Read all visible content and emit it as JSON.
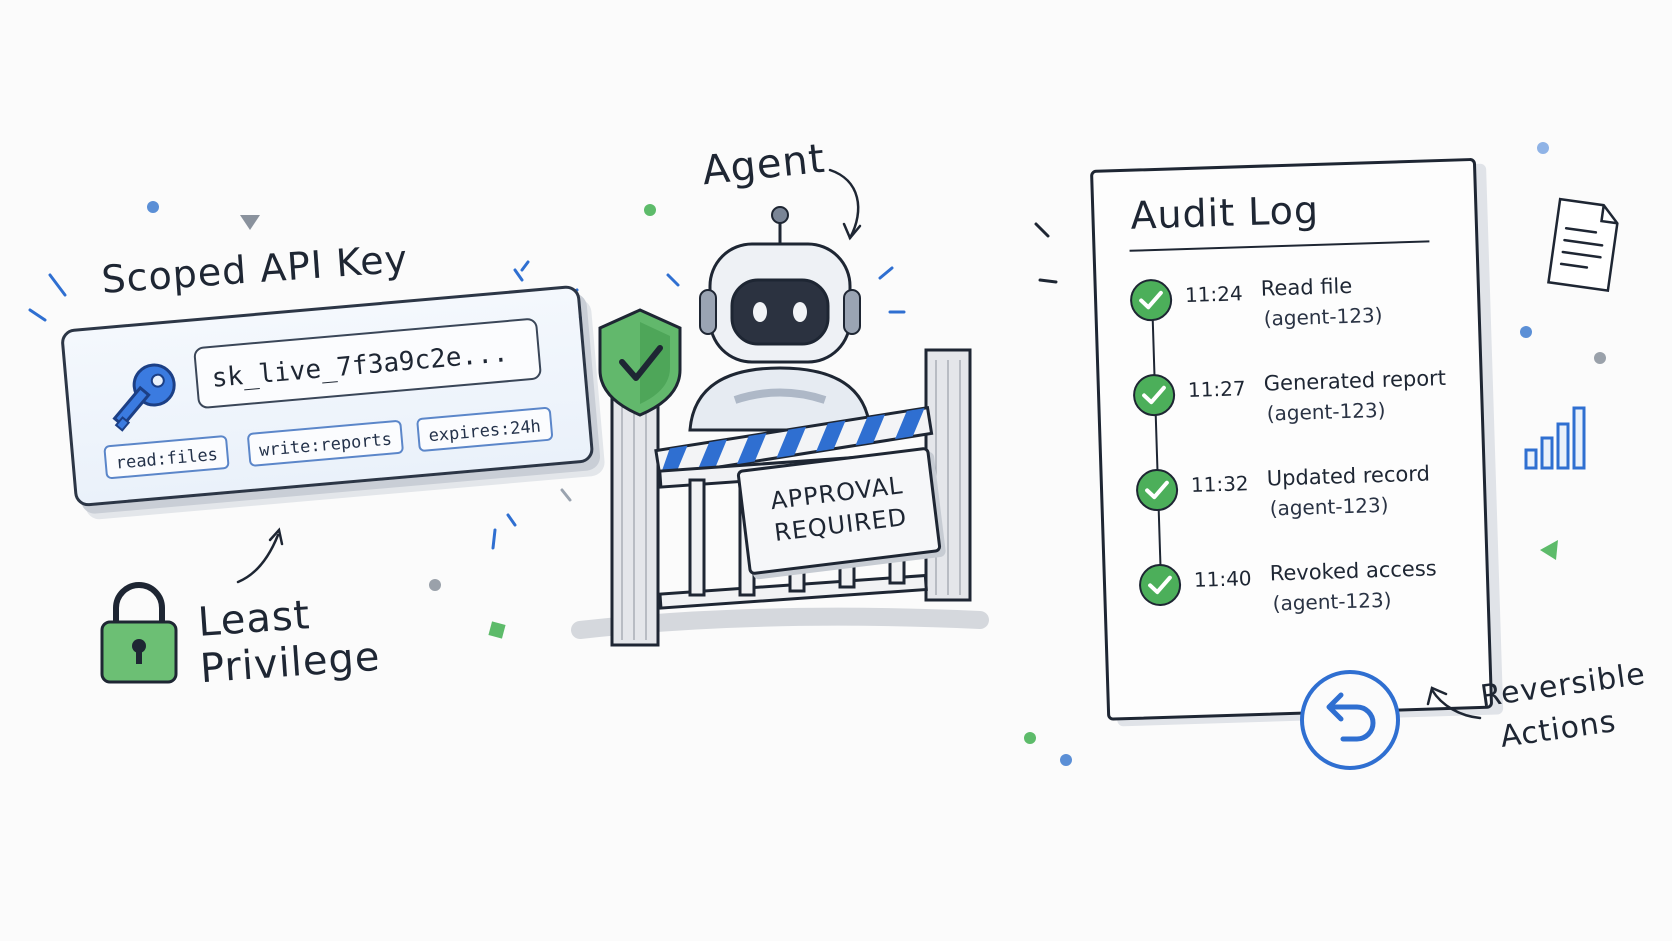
{
  "labels": {
    "scoped_api_key": "Scoped API Key",
    "agent": "Agent",
    "audit_log": "Audit Log",
    "least_privilege_line1": "Least",
    "least_privilege_line2": "Privilege",
    "reversible_line1": "Reversible",
    "reversible_line2": "Actions"
  },
  "api_key": {
    "value": "sk_live_7f3a9c2e...",
    "scopes": [
      "read:files",
      "write:reports",
      "expires:24h"
    ]
  },
  "gate": {
    "sign_line1": "APPROVAL",
    "sign_line2": "REQUIRED"
  },
  "audit_log": {
    "entries": [
      {
        "time": "11:24",
        "action": "Read file",
        "agent": "(agent-123)"
      },
      {
        "time": "11:27",
        "action": "Generated report",
        "agent": "(agent-123)"
      },
      {
        "time": "11:32",
        "action": "Updated record",
        "agent": "(agent-123)"
      },
      {
        "time": "11:40",
        "action": "Revoked access",
        "agent": "(agent-123)"
      }
    ]
  },
  "icons": [
    "key-icon",
    "padlock-icon",
    "shield-check-icon",
    "robot-icon",
    "check-icon",
    "undo-icon",
    "document-icon",
    "bar-chart-icon"
  ],
  "colors": {
    "accent_blue": "#2f6fd1",
    "success_green": "#4caf5a",
    "ink": "#1e2633"
  }
}
